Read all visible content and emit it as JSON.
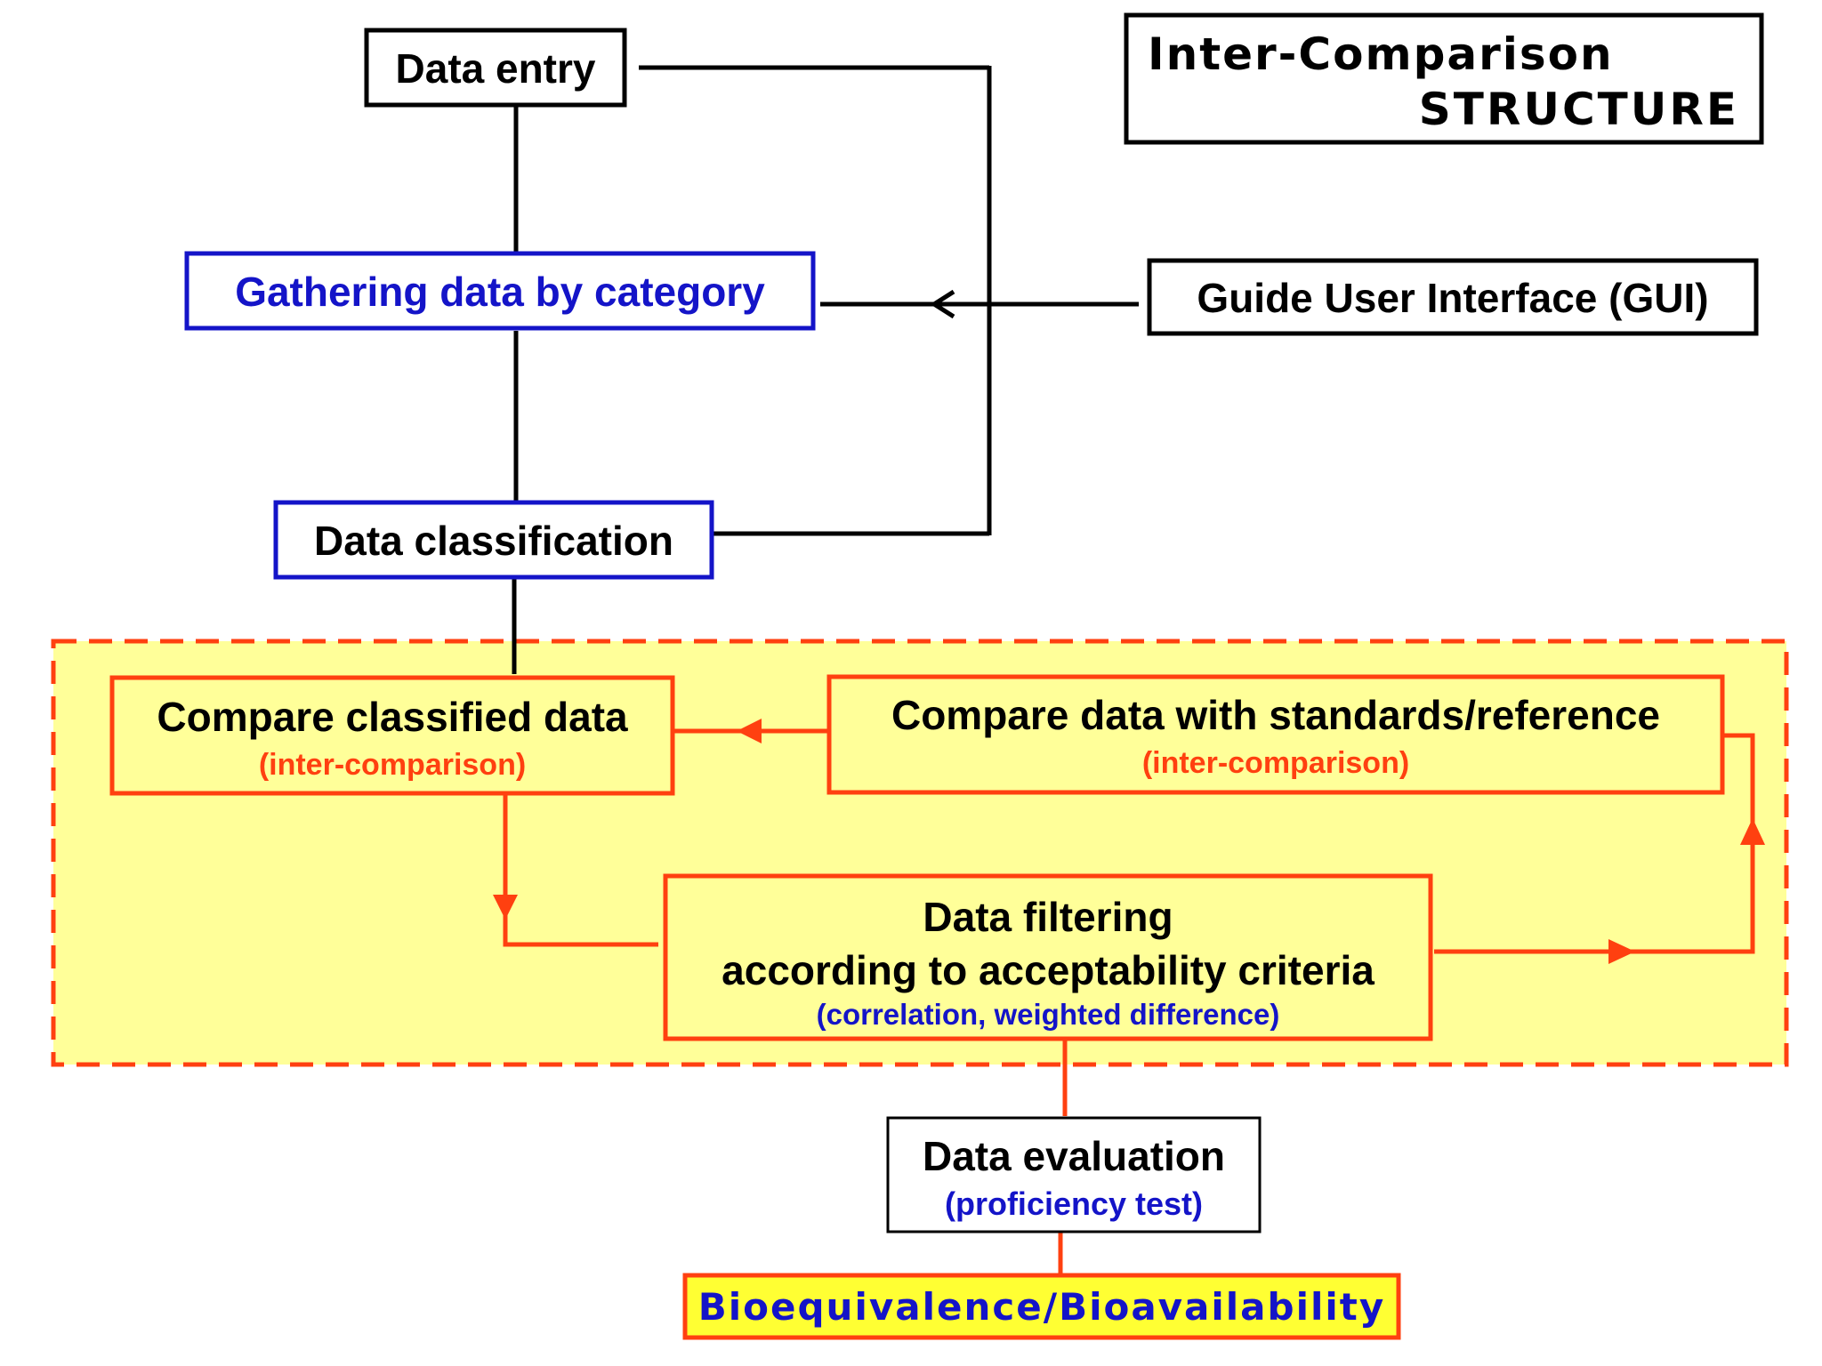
{
  "title": {
    "line1": "Inter-Comparison",
    "line2": "STRUCTURE"
  },
  "nodes": {
    "data_entry": "Data entry",
    "gathering": "Gathering data by category",
    "gui": "Guide User Interface (GUI)",
    "classification": "Data classification",
    "compare_classified": {
      "title": "Compare classified data",
      "subtitle": "(inter-comparison)"
    },
    "compare_standards": {
      "title": "Compare data with standards/reference",
      "subtitle": "(inter-comparison)"
    },
    "filtering": {
      "line1": "Data filtering",
      "line2": "according to acceptability criteria",
      "subtitle": "(correlation, weighted difference)"
    },
    "evaluation": {
      "title": "Data evaluation",
      "subtitle": "(proficiency test)"
    },
    "bioequivalence": "Bioequivalence/Bioavailability"
  },
  "colors": {
    "black": "#000000",
    "blue": "#1414c8",
    "red": "#ff4010",
    "yellow_region": "#ffff99",
    "bio_fill": "#ffff33",
    "page_bg": "#ffffff"
  }
}
